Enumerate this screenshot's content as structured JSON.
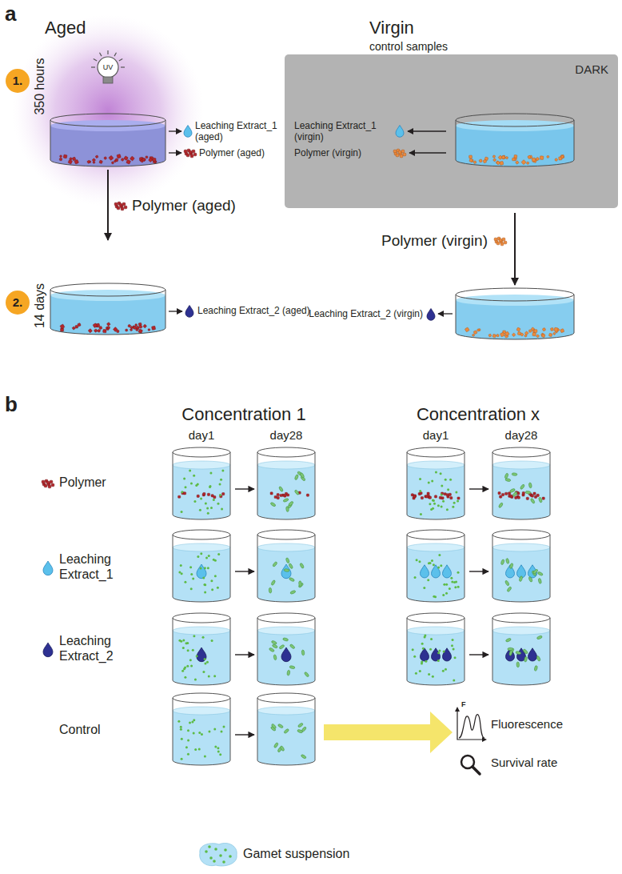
{
  "diagram": {
    "nodes": [
      {
        "text": [
          "1."
        ]
      },
      {
        "text": [
          "DARK"
        ]
      },
      {
        "text": [
          "2."
        ]
      }
    ],
    "labels": [
      "a",
      "Aged",
      "Virgin",
      "control samples",
      "350 hours",
      "UV",
      "Leaching Extract_1 (aged)",
      "Polymer (aged)",
      "Leaching Extract_1 (virgin)",
      "Polymer (virgin)",
      "Polymer (aged)",
      "Polymer (virgin)",
      "14 days",
      "Leaching Extract_2 (aged)",
      "Leaching Extract_2 (virgin)",
      "b",
      "Concentration 1",
      "day1",
      "day28",
      "Concentration x",
      "day1",
      "day28",
      "Polymer",
      "Leaching Extract_1",
      "Leaching Extract_2",
      "Control",
      "F",
      "Fluorescence",
      "Survival rate"
    ],
    "legend": [
      {
        "text": "Gamet suspension"
      }
    ]
  }
}
